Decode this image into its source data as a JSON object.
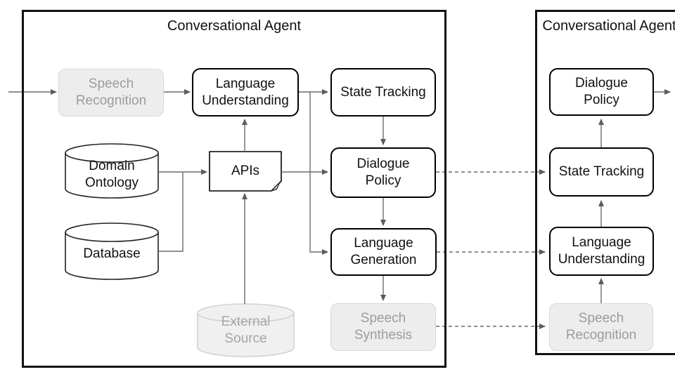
{
  "left_agent": {
    "title": "Conversational Agent",
    "nodes": {
      "speech_recognition": {
        "label": "Speech\nRecognition",
        "state": "inactive"
      },
      "language_understanding": {
        "label": "Language\nUnderstanding",
        "state": "active"
      },
      "state_tracking": {
        "label": "State Tracking",
        "state": "active"
      },
      "dialogue_policy": {
        "label": "Dialogue\nPolicy",
        "state": "active"
      },
      "language_generation": {
        "label": "Language\nGeneration",
        "state": "active"
      },
      "speech_synthesis": {
        "label": "Speech\nSynthesis",
        "state": "inactive"
      },
      "domain_ontology": {
        "label": "Domain\nOntology",
        "shape": "cylinder"
      },
      "database": {
        "label": "Database",
        "shape": "cylinder"
      },
      "external_source": {
        "label": "External\nSource",
        "shape": "cylinder",
        "state": "inactive"
      },
      "apis": {
        "label": "APIs",
        "shape": "document"
      }
    }
  },
  "right_agent": {
    "title": "Conversational Agent",
    "nodes": {
      "dialogue_policy": {
        "label": "Dialogue\nPolicy",
        "state": "active"
      },
      "state_tracking": {
        "label": "State Tracking",
        "state": "active"
      },
      "language_understanding": {
        "label": "Language\nUnderstanding",
        "state": "active"
      },
      "speech_recognition": {
        "label": "Speech\nRecognition",
        "state": "inactive"
      }
    }
  },
  "connections": {
    "style": "solid arrows inside agents, dashed arrows between agents",
    "dashed_links": [
      "dialogue_policy -> state_tracking",
      "language_generation -> language_understanding",
      "speech_synthesis -> speech_recognition"
    ]
  },
  "colors": {
    "box_border": "#000000",
    "outer_border": "#111111",
    "wire": "#6b6b6b",
    "inactive_fill": "#ededed",
    "inactive_border": "#d8d8d8",
    "inactive_text": "#9c9c9c",
    "background": "#ffffff"
  }
}
